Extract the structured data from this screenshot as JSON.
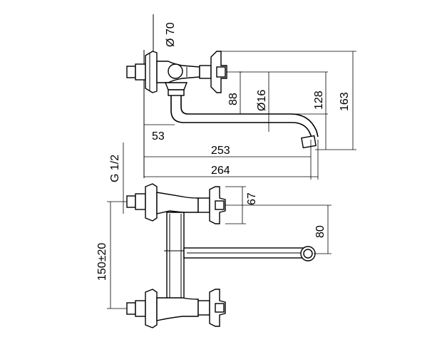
{
  "dimensions": {
    "d70": "Ø 70",
    "d16": "Ø16",
    "h88": "88",
    "h128": "128",
    "h163": "163",
    "w53": "53",
    "w253": "253",
    "w264": "264",
    "thread": "G 1/2",
    "h67": "67",
    "h80": "80",
    "spacing": "150±20"
  }
}
